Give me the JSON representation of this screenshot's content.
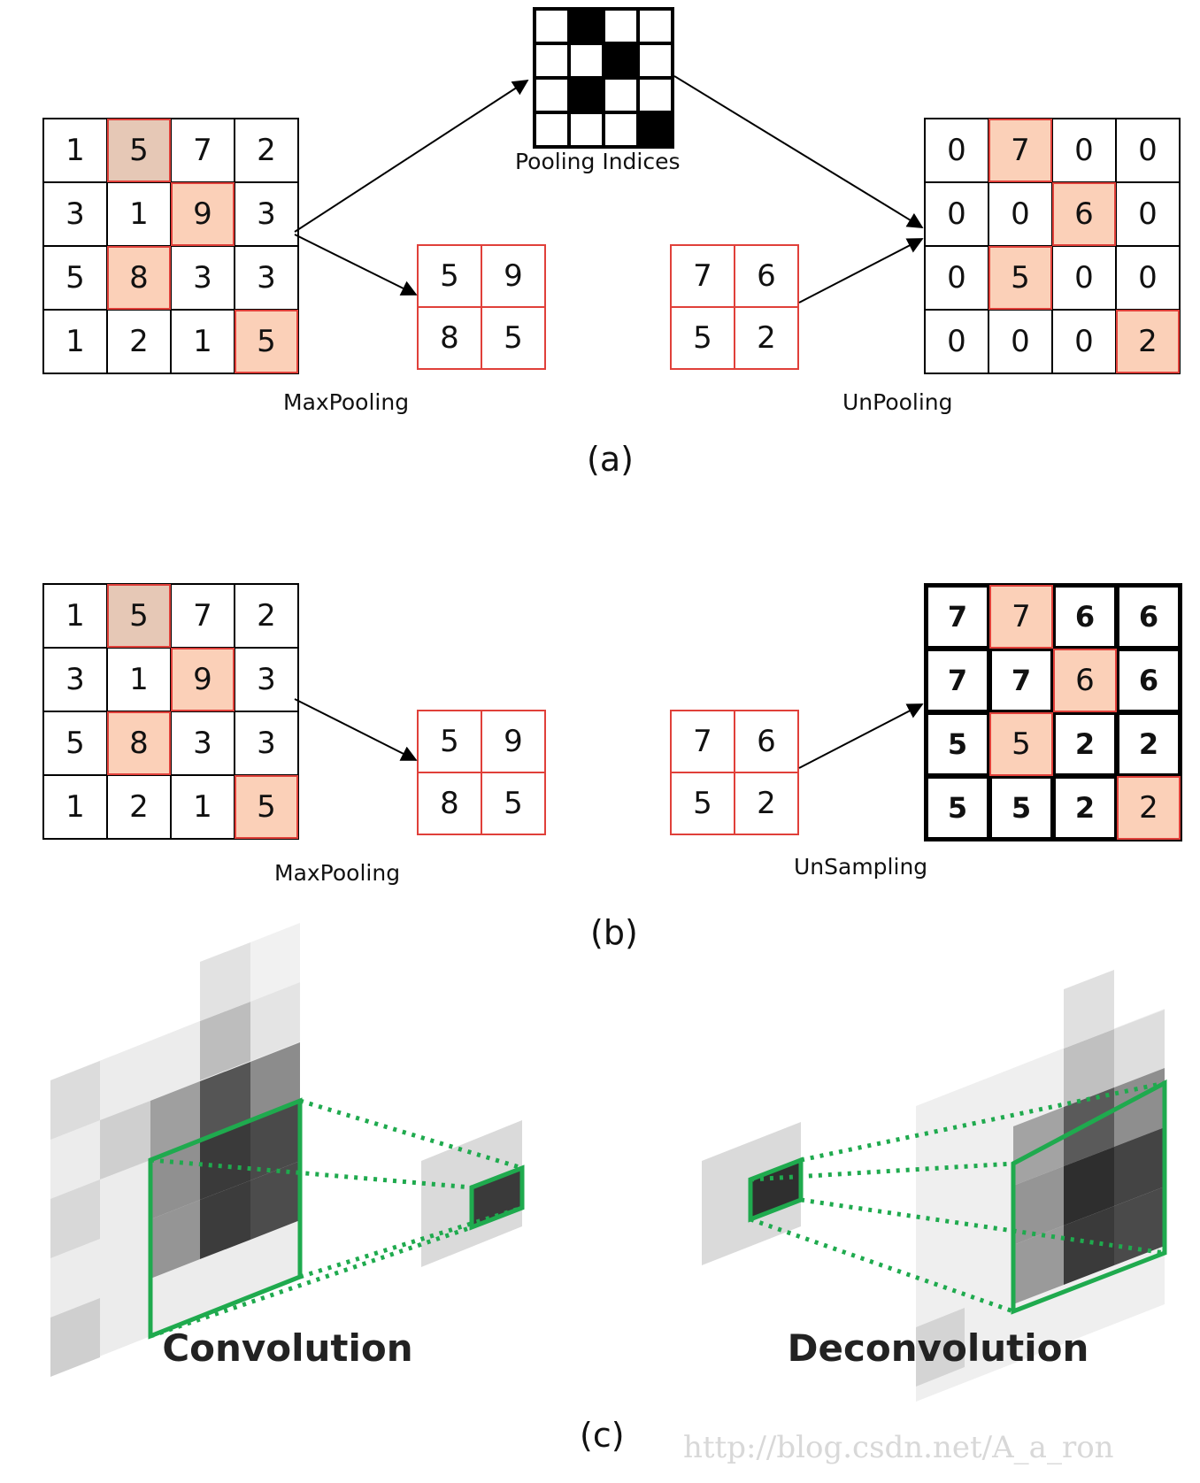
{
  "panel_a": {
    "input_grid": [
      [
        "1",
        "5",
        "7",
        "2"
      ],
      [
        "3",
        "1",
        "9",
        "3"
      ],
      [
        "5",
        "8",
        "3",
        "3"
      ],
      [
        "1",
        "2",
        "1",
        "5"
      ]
    ],
    "maxpool_grid": [
      [
        "5",
        "9"
      ],
      [
        "8",
        "5"
      ]
    ],
    "unpool_input_grid": [
      [
        "7",
        "6"
      ],
      [
        "5",
        "2"
      ]
    ],
    "unpool_output_grid": [
      [
        "0",
        "7",
        "0",
        "0"
      ],
      [
        "0",
        "0",
        "6",
        "0"
      ],
      [
        "0",
        "5",
        "0",
        "0"
      ],
      [
        "0",
        "0",
        "0",
        "2"
      ]
    ],
    "indices_label": "Pooling Indices",
    "maxpool_label": "MaxPooling",
    "unpool_label": "UnPooling",
    "caption": "(a)"
  },
  "panel_b": {
    "input_grid": [
      [
        "1",
        "5",
        "7",
        "2"
      ],
      [
        "3",
        "1",
        "9",
        "3"
      ],
      [
        "5",
        "8",
        "3",
        "3"
      ],
      [
        "1",
        "2",
        "1",
        "5"
      ]
    ],
    "maxpool_grid": [
      [
        "5",
        "9"
      ],
      [
        "8",
        "5"
      ]
    ],
    "upsample_input_grid": [
      [
        "7",
        "6"
      ],
      [
        "5",
        "2"
      ]
    ],
    "upsample_output_grid": [
      [
        "7",
        "7",
        "6",
        "6"
      ],
      [
        "7",
        "7",
        "6",
        "6"
      ],
      [
        "5",
        "5",
        "2",
        "2"
      ],
      [
        "5",
        "5",
        "2",
        "2"
      ]
    ],
    "maxpool_label": "MaxPooling",
    "upsample_label": "UnSampling",
    "caption": "(b)"
  },
  "panel_c": {
    "conv_label": "Convolution",
    "deconv_label": "Deconvolution",
    "caption": "(c)"
  },
  "watermark": "http://blog.csdn.net/A_a_ron",
  "colors": {
    "highlight_fill": "#fbd0b8",
    "highlight_border": "#e0403a",
    "connector_green": "#1faa4e"
  }
}
